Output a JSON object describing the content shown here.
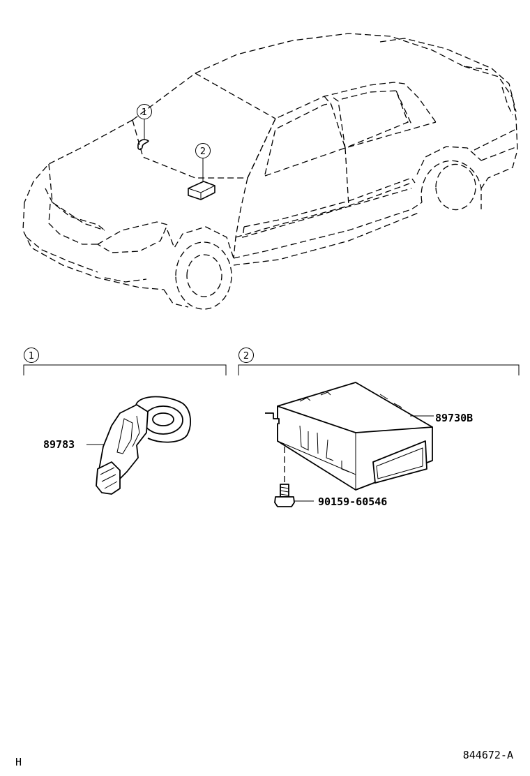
{
  "diagram": {
    "callouts": [
      {
        "number": "1"
      },
      {
        "number": "2"
      }
    ],
    "sections": [
      {
        "number": "1",
        "parts": [
          "89783"
        ]
      },
      {
        "number": "2",
        "parts": [
          "89730B",
          "90159-60546"
        ]
      }
    ],
    "corner_left": "H",
    "figure_id": "844672-A"
  }
}
